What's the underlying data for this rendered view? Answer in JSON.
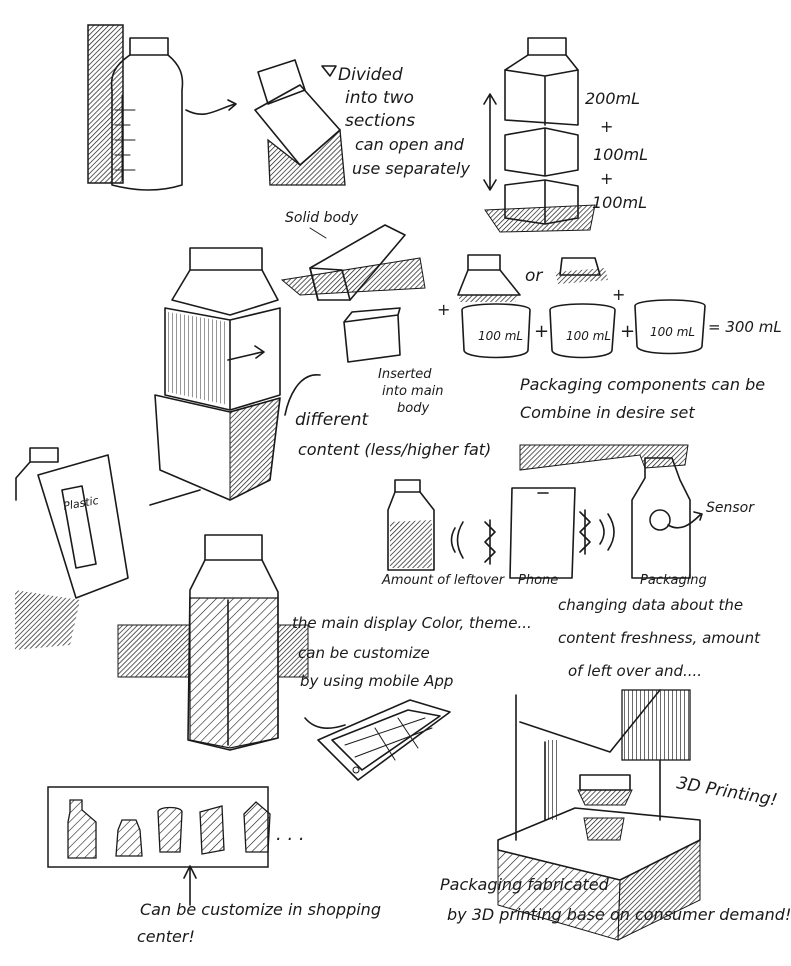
{
  "annotations": {
    "divided_1": "Divided",
    "divided_2": "into two",
    "divided_3": "sections",
    "divided_4": "can open and",
    "divided_5": "use separately",
    "vol_1": "200mL",
    "vol_plus_1": "+",
    "vol_2": "100mL",
    "vol_plus_2": "+",
    "vol_3": "100mL",
    "solid_body": "Solid body",
    "or": "or",
    "plus_a": "+",
    "plus_b": "+",
    "plus_c": "+",
    "plus_d": "+",
    "cup_1": "100 mL",
    "cup_2": "100 mL",
    "cup_3": "100 mL",
    "equals": "= 300 mL",
    "inserted_1": "Inserted",
    "inserted_2": "into main",
    "inserted_3": "body",
    "components_1": "Packaging components can be",
    "components_2": "Combine in desire set",
    "different_1": "different",
    "different_2": "content (less/higher fat)",
    "plastic": "Plastic",
    "sensor": "Sensor",
    "amount_leftover": "Amount of leftover",
    "phone": "Phone",
    "packaging": "Packaging",
    "changing_1": "changing data about the",
    "changing_2": "content freshness, amount",
    "changing_3": "of left over and....",
    "display_1": "the main display Color, theme...",
    "display_2": "can be customize",
    "display_3": "by using mobile App",
    "printing": "3D Printing!",
    "ellipsis": ". . .",
    "shopping_1": "Can be customize in shopping",
    "shopping_2": "center!",
    "fabricated_1": "Packaging fabricated",
    "fabricated_2": "by 3D printing base on consumer demand!"
  }
}
